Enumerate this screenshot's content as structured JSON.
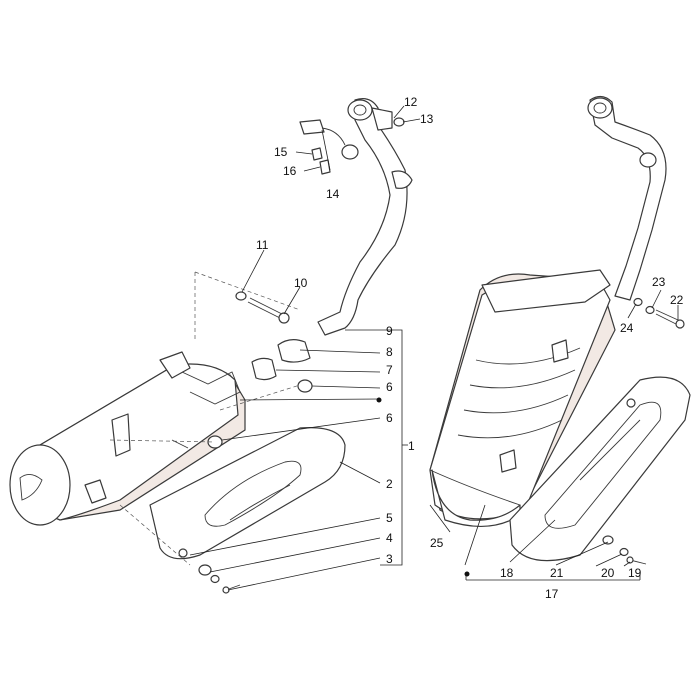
{
  "callouts": {
    "n1": "1",
    "n2": "2",
    "n3": "3",
    "n4": "4",
    "n5": "5",
    "n6a": "6",
    "n6b": "6",
    "n7": "7",
    "n8": "8",
    "n9": "9",
    "n10": "10",
    "n11": "11",
    "n12": "12",
    "n13": "13",
    "n14": "14",
    "n15": "15",
    "n16": "16",
    "n17": "17",
    "n18": "18",
    "n19": "19",
    "n20": "20",
    "n21": "21",
    "n22": "22",
    "n23": "23",
    "n24": "24",
    "n25": "25"
  },
  "palette": {
    "line": "#3a3a3a",
    "shade": "#f2e9e4",
    "background": "#ffffff"
  }
}
